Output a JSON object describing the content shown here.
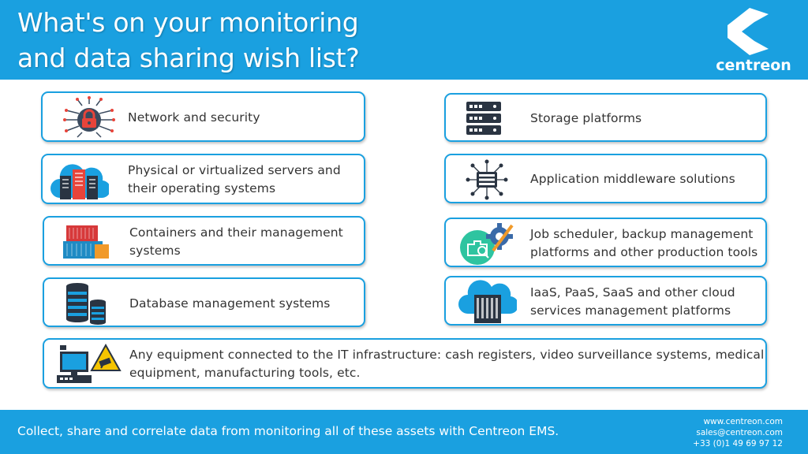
{
  "header": {
    "title_line1": "What's on your monitoring",
    "title_line2": "and data sharing wish list?",
    "logo_text": "centreon",
    "logo_icon": "centreon-c-logo-icon"
  },
  "colors": {
    "brand_blue": "#1aa0e0",
    "card_border": "#1aa0e0",
    "text_dark": "#333333",
    "accent_red": "#e8443a",
    "accent_green": "#2ec4a0"
  },
  "cards": {
    "network": {
      "label": "Network and security",
      "icon": "network-security-lock-icon"
    },
    "storage": {
      "label": "Storage platforms",
      "icon": "storage-server-rack-icon"
    },
    "servers": {
      "line1": "Physical or virtualized servers and",
      "line2": "their operating systems",
      "icon": "cloud-servers-icon"
    },
    "middleware": {
      "label": "Application middleware solutions",
      "icon": "middleware-hub-icon"
    },
    "containers": {
      "line1": "Containers and their management",
      "line2": "systems",
      "icon": "shipping-containers-icon"
    },
    "jobs": {
      "line1": "Job scheduler, backup management",
      "line2": "platforms and other production tools",
      "icon": "gear-tools-icon"
    },
    "database": {
      "label": "Database management systems",
      "icon": "database-icon"
    },
    "cloud": {
      "line1": "IaaS, PaaS, SaaS and other cloud",
      "line2": "services management platforms",
      "icon": "cloud-server-icon"
    },
    "equipment": {
      "line1": "Any equipment connected to the IT infrastructure:  cash registers, video surveillance systems, medical",
      "line2": "equipment, manufacturing  tools, etc.",
      "icon": "cash-register-camera-icon"
    }
  },
  "footer": {
    "tagline": "Collect, share and correlate data from monitoring all of these assets with Centreon EMS.",
    "website": "www.centreon.com",
    "email": "sales@centreon.com",
    "phone": "+33 (0)1 49 69 97 12"
  }
}
